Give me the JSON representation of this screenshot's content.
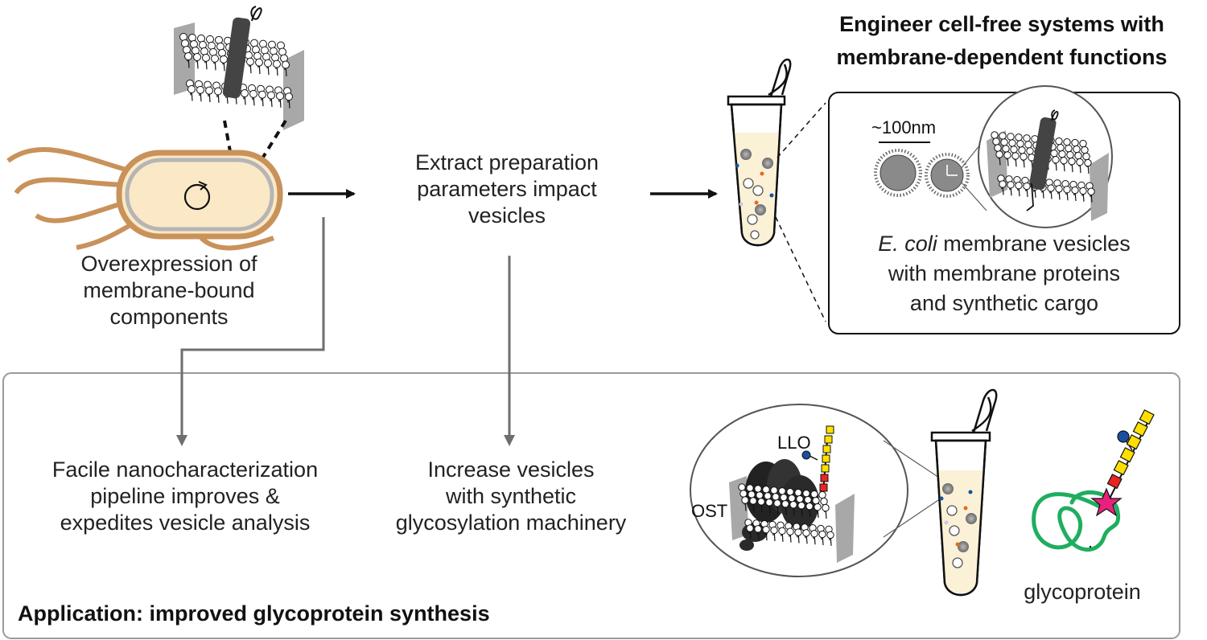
{
  "header": {
    "title_line1": "Engineer cell-free systems with",
    "title_line2": "membrane-dependent functions"
  },
  "steps": {
    "overexpression": "Overexpression of\nmembrane-bound\ncomponents",
    "extract": "Extract preparation\nparameters impact\nvesicles",
    "vesicle_panel_italic": "E. coli",
    "vesicle_panel_rest_line1": " membrane vesicles",
    "vesicle_panel_line2": "with membrane proteins",
    "vesicle_panel_line3": "and synthetic cargo",
    "scale_label": "~100nm"
  },
  "application": {
    "title": "Application: improved glycoprotein synthesis",
    "left_text": "Facile nanocharacterization\npipeline improves &\nexpedites vesicle analysis",
    "middle_text": "Increase vesicles\nwith synthetic\nglycosylation machinery",
    "llo_label": "LLO",
    "ost_label": "OST",
    "glycoprotein_label": "glycoprotein"
  },
  "colors": {
    "cell_outline": "#c8925a",
    "cell_fill": "#fbe8c6",
    "cell_inner": "#b5b5b5",
    "arrow_black": "#111111",
    "arrow_gray": "#6e6e6e",
    "box_border": "#9a9a9a",
    "tube_fill": "#fbf1d6",
    "sugar_yellow": "#ffe000",
    "sugar_red": "#e8261f",
    "sugar_blue": "#1a4fa0",
    "star_magenta": "#e8227c",
    "protein_green": "#1fae5e"
  }
}
